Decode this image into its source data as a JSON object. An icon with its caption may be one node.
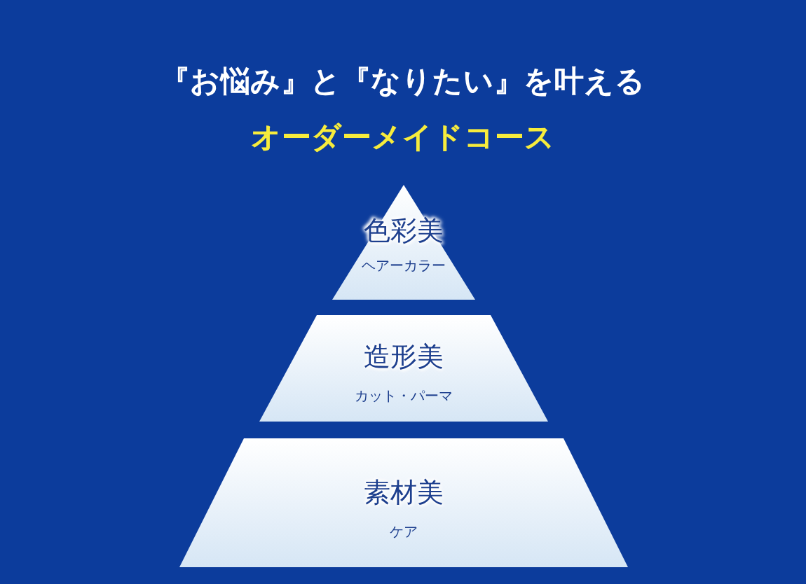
{
  "diagram": {
    "title": "『お悩み』と『なりたい』を叶える",
    "nodes": [
      {
        "text": [
          "色彩美",
          "ヘアーカラー"
        ]
      },
      {
        "text": [
          "造形美",
          "カット・パーマ"
        ]
      },
      {
        "text": [
          "素材美",
          "ケア"
        ]
      }
    ],
    "labels": [
      "オーダーメイドコース"
    ]
  }
}
